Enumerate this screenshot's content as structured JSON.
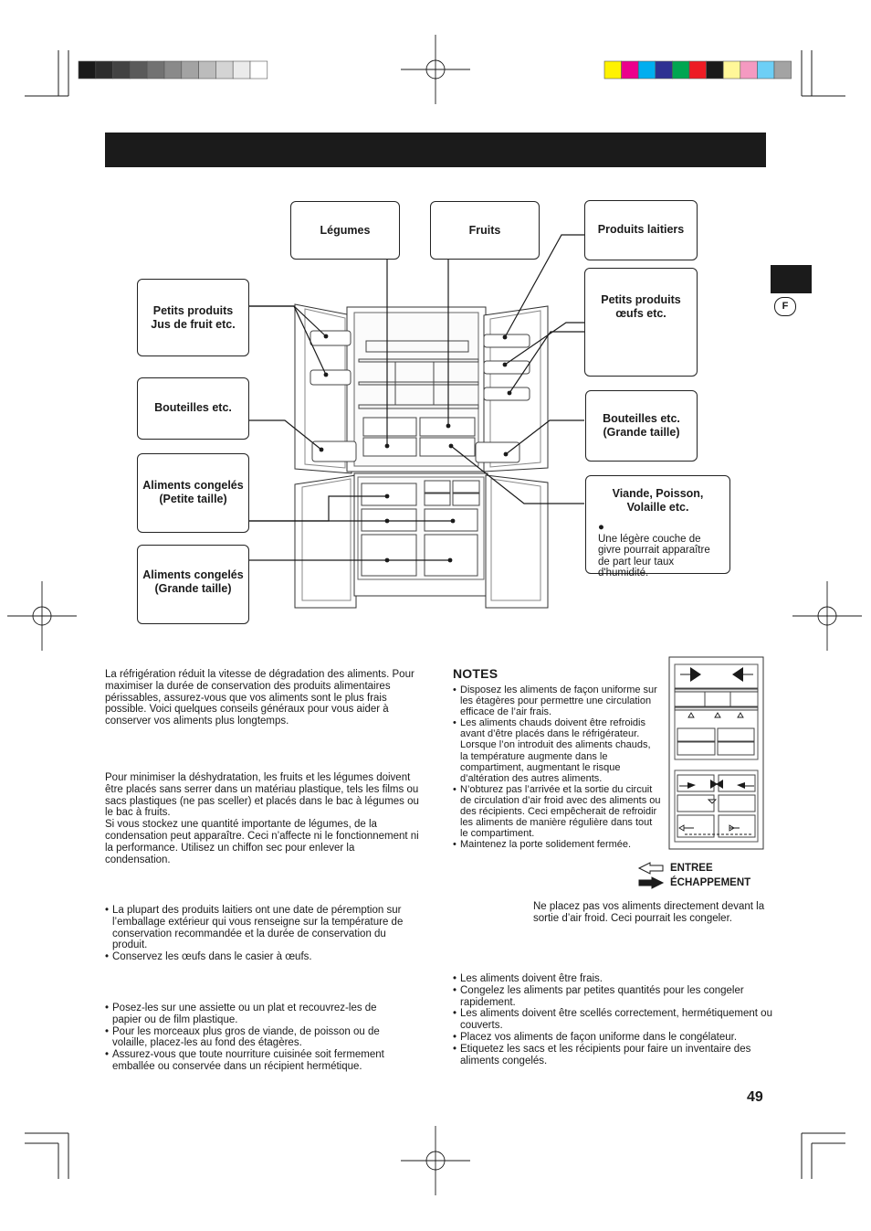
{
  "print_marks": {
    "gray_swatches": [
      "#1a1a1a",
      "#2d2d2d",
      "#434343",
      "#5a5a5a",
      "#727272",
      "#8a8a8a",
      "#a3a3a3",
      "#bcbcbc",
      "#d4d4d4",
      "#ebebeb",
      "#ffffff"
    ],
    "color_swatches": [
      "#fff200",
      "#ec008c",
      "#00aeef",
      "#2e3192",
      "#00a651",
      "#ed1c24",
      "#1a1a1a",
      "#fff799",
      "#f49ac1",
      "#6dcff6",
      "#a3a3a3"
    ]
  },
  "header": {
    "title": ""
  },
  "side_tab": {
    "lang": "F"
  },
  "diagram": {
    "labels": {
      "legumes": "Légumes",
      "fruits": "Fruits",
      "produits_laitiers": "Produits laitiers",
      "petits_produits_jus": [
        "Petits produits",
        "Jus de fruit etc."
      ],
      "petits_produits_oeufs": [
        "Petits produits",
        "œufs etc."
      ],
      "bouteilles": "Bouteilles etc.",
      "bouteilles_grande": [
        "Bouteilles etc.",
        "(Grande taille)"
      ],
      "congeles_petite": [
        "Aliments congelés",
        "(Petite taille)"
      ],
      "congeles_grande": [
        "Aliments congelés",
        "(Grande taille)"
      ],
      "viande": [
        "Viande, Poisson,",
        "Volaille etc."
      ],
      "viande_note": "Une légère couche de givre pourrait apparaître de part leur taux d'humidité."
    }
  },
  "text": {
    "intro": "La réfrigération réduit la vitesse de dégradation des aliments. Pour maximiser la durée de conservation des produits alimentaires périssables, assurez-vous que vos aliments sont le plus frais possible. Voici quelques conseils généraux pour vous aider à conserver vos aliments plus longtemps.",
    "fruits_legumes": [
      "Pour minimiser la déshydratation, les fruits et les légumes doivent être placés sans serrer dans un matériau plastique, tels les films ou sacs plastiques (ne pas sceller) et placés dans le bac à légumes ou le bac à fruits.",
      "Si vous stockez une quantité importante de légumes, de la condensation peut apparaître. Ceci n’affecte ni le fonctionnement ni la performance. Utilisez un chiffon sec pour enlever la condensation."
    ],
    "laitiers": [
      "La plupart des produits laitiers ont une date de péremption sur l’emballage extérieur qui vous renseigne sur la température de conservation recommandée et la durée de conservation du produit.",
      "Conservez les œufs dans le casier à œufs."
    ],
    "viandes": [
      "Posez-les sur une assiette ou un plat et recouvrez-les de papier ou de film plastique.",
      "Pour les morceaux plus gros de viande, de poisson ou de volaille, placez-les au fond des étagères.",
      "Assurez-vous que toute nourriture cuisinée soit fermement emballée ou conservée dans un récipient hermétique."
    ],
    "notes_title": "NOTES",
    "notes": [
      "Disposez les aliments de façon uniforme sur les étagères pour permettre une circulation efficace de l’air frais.",
      "Les aliments chauds doivent être refroidis avant d’être placés dans le réfrigérateur. Lorsque l’on introduit des aliments chauds, la température augmente dans le compartiment, augmentant le risque d’altération des autres aliments.",
      "N’obturez pas l’arrivée et la sortie du circuit de circulation d’air froid avec des aliments ou des récipients. Ceci empêcherait de refroidir les aliments de manière régulière dans tout le compartiment.",
      "Maintenez la porte solidement fermée."
    ],
    "legend_entree": "ENTREE",
    "legend_echappement": "ÉCHAPPEMENT",
    "airflow_warning": "Ne placez pas vos aliments directement devant la sortie d’air froid. Ceci pourrait les congeler.",
    "congelation": [
      "Les aliments doivent être frais.",
      "Congelez les aliments par petites quantités pour les congeler rapidement.",
      "Les aliments doivent être scellés correctement, hermétiquement ou couverts.",
      "Placez vos aliments de façon uniforme dans le congélateur.",
      "Etiquetez les sacs et les récipients pour faire un inventaire des aliments congelés."
    ]
  },
  "page_number": "49"
}
